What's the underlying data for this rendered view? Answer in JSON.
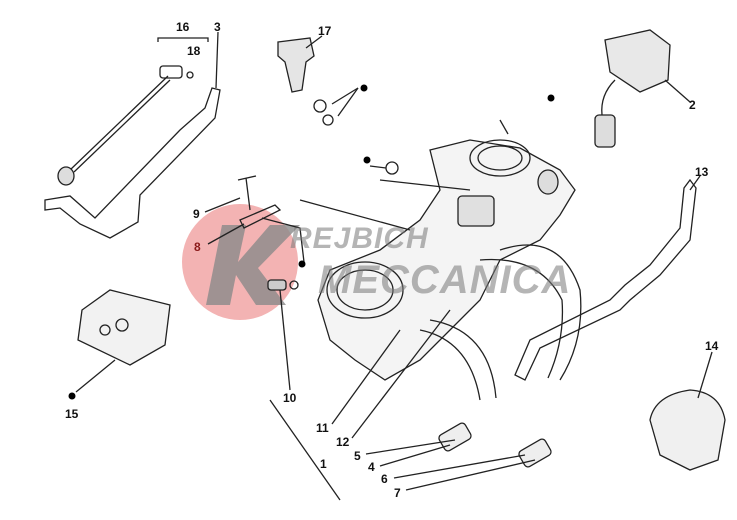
{
  "watermark": {
    "logo_letter": "K",
    "line1": "REJBICH",
    "line2": "MECCANICA",
    "accent": "#e94b4b"
  },
  "callouts": {
    "c1": "1",
    "c2": "2",
    "c3": "3",
    "c4": "4",
    "c5": "5",
    "c6": "6",
    "c7": "7",
    "c8": "8",
    "c9": "9",
    "c10": "10",
    "c11": "11",
    "c12": "12",
    "c13": "13",
    "c14": "14",
    "c15": "15",
    "c16": "16",
    "c17": "17",
    "c18": "18"
  }
}
